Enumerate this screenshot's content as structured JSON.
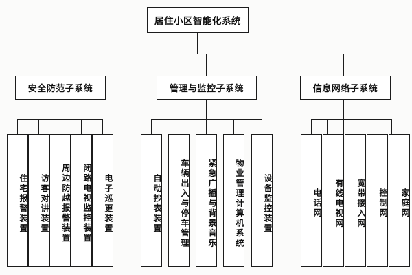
{
  "diagram": {
    "title": "居住小区智能化系统",
    "type": "organizational-tree",
    "root": {
      "label": "居住小区智能化系统",
      "name": "root-node"
    },
    "subsystems": [
      {
        "label": "安全防范子系统",
        "name": "subsystem-security",
        "leaves": [
          {
            "label": "住宅报警装置",
            "name": "leaf-home-alarm"
          },
          {
            "label": "访客对讲装置",
            "name": "leaf-visitor-intercom"
          },
          {
            "label": "周边防越报警装置",
            "name": "leaf-perimeter-alarm"
          },
          {
            "label": "闭路电视监控装置",
            "name": "leaf-cctv-monitor"
          },
          {
            "label": "电子巡更装置",
            "name": "leaf-electronic-patrol"
          }
        ]
      },
      {
        "label": "管理与监控子系统",
        "name": "subsystem-management",
        "leaves": [
          {
            "label": "自动抄表装置",
            "name": "leaf-auto-meter-reading"
          },
          {
            "label": "车辆出入与停车管理",
            "name": "leaf-vehicle-parking"
          },
          {
            "label": "紧急广播与背景音乐",
            "name": "leaf-broadcast-music"
          },
          {
            "label": "物业管理计算机系统",
            "name": "leaf-property-computer"
          },
          {
            "label": "设备监控装置",
            "name": "leaf-equipment-monitor"
          }
        ]
      },
      {
        "label": "信息网络子系统",
        "name": "subsystem-network",
        "leaves": [
          {
            "label": "电话网",
            "name": "leaf-telephone-network"
          },
          {
            "label": "有线电视网",
            "name": "leaf-cable-tv-network"
          },
          {
            "label": "宽带接入网",
            "name": "leaf-broadband-network"
          },
          {
            "label": "控制网",
            "name": "leaf-control-network"
          },
          {
            "label": "家庭网",
            "name": "leaf-home-network"
          }
        ]
      }
    ],
    "colors": {
      "background": "#fbfbfa",
      "box_fill": "#ffffff",
      "border": "#1c1c1c",
      "text": "#111111"
    }
  }
}
